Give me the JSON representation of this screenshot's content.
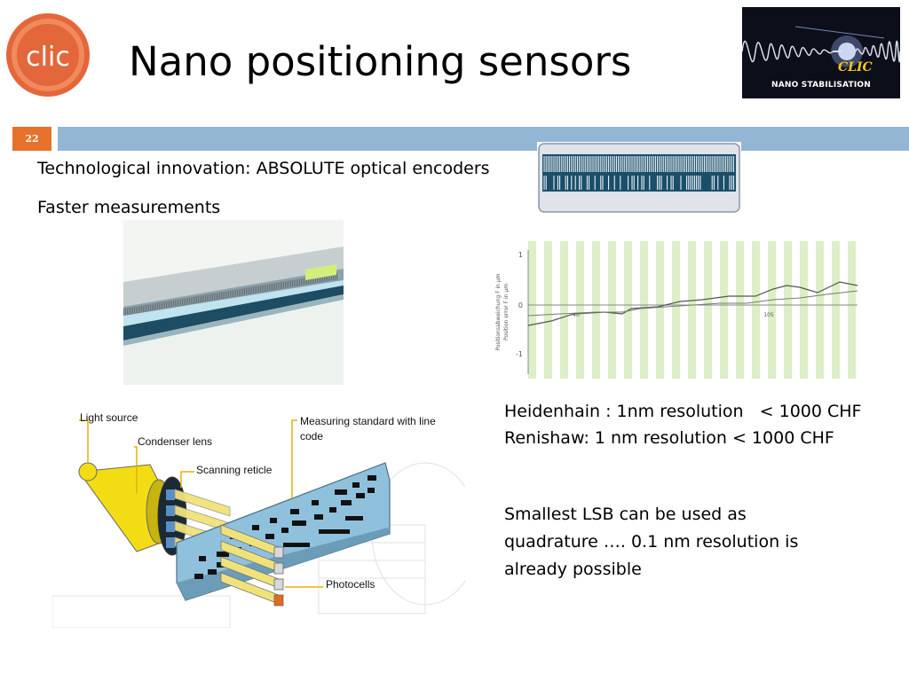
{
  "slide": {
    "title": "Nano positioning sensors",
    "number": "22"
  },
  "logos": {
    "left_text": "clic",
    "right_clic": "CLIC",
    "right_text": "NANO STABILISATION"
  },
  "content": {
    "line1": "Technological innovation: ABSOLUTE optical encoders",
    "line2": "Faster measurements",
    "spec1": "Heidenhain : 1nm resolution   < 1000 CHF",
    "spec2": "Renishaw: 1 nm resolution < 1000 CHF",
    "note_line1": "Smallest LSB can be used as",
    "note_line2": "quadrature …. 0.1 nm resolution is",
    "note_line3": "already possible"
  },
  "diagram": {
    "light_source": "Light source",
    "condenser_lens": "Condenser lens",
    "scanning_reticle": "Scanning reticle",
    "measuring_standard_1": "Measuring standard with line",
    "measuring_standard_2": "code",
    "photocells": "Photocells"
  },
  "graph": {
    "ylabel1": "Positionsabweichung F in µm",
    "ylabel2": "Position error F in µm",
    "ytick_top": "1",
    "ytick_mid": "0",
    "ytick_bot": "-1",
    "xtick1": "40",
    "xtick2": "105"
  },
  "colors": {
    "orange": "#e6722c",
    "blue_bar": "#93b6d4"
  }
}
